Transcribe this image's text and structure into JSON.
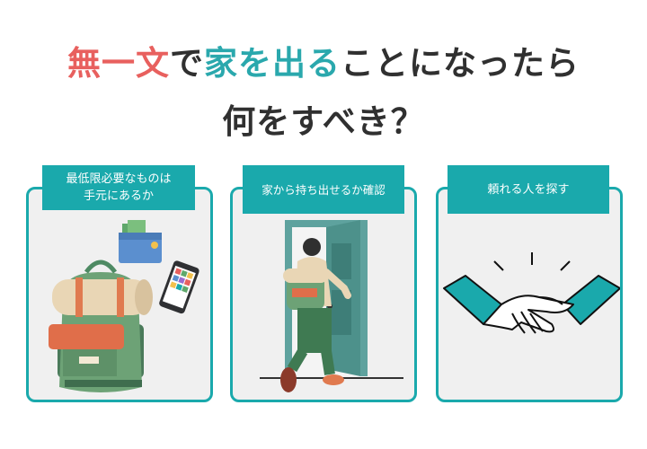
{
  "headline": {
    "line1_part1": "無一文",
    "line1_part2": "で",
    "line1_part3": "家を出る",
    "line1_part4": "ことになったら",
    "line2": "何をすべき？"
  },
  "cards": [
    {
      "label_line1": "最低限必要なものは",
      "label_line2": "手元にあるか",
      "illustration": "backpack-wallet-phone"
    },
    {
      "label": "家から持ち出せるか確認",
      "illustration": "person-leaving-through-door"
    },
    {
      "label": "頼れる人を探す",
      "illustration": "handshake"
    }
  ],
  "colors": {
    "accent_red": "#e8605e",
    "accent_teal": "#1aa9ac",
    "card_bg": "#f0f0f0",
    "text": "#303030"
  }
}
